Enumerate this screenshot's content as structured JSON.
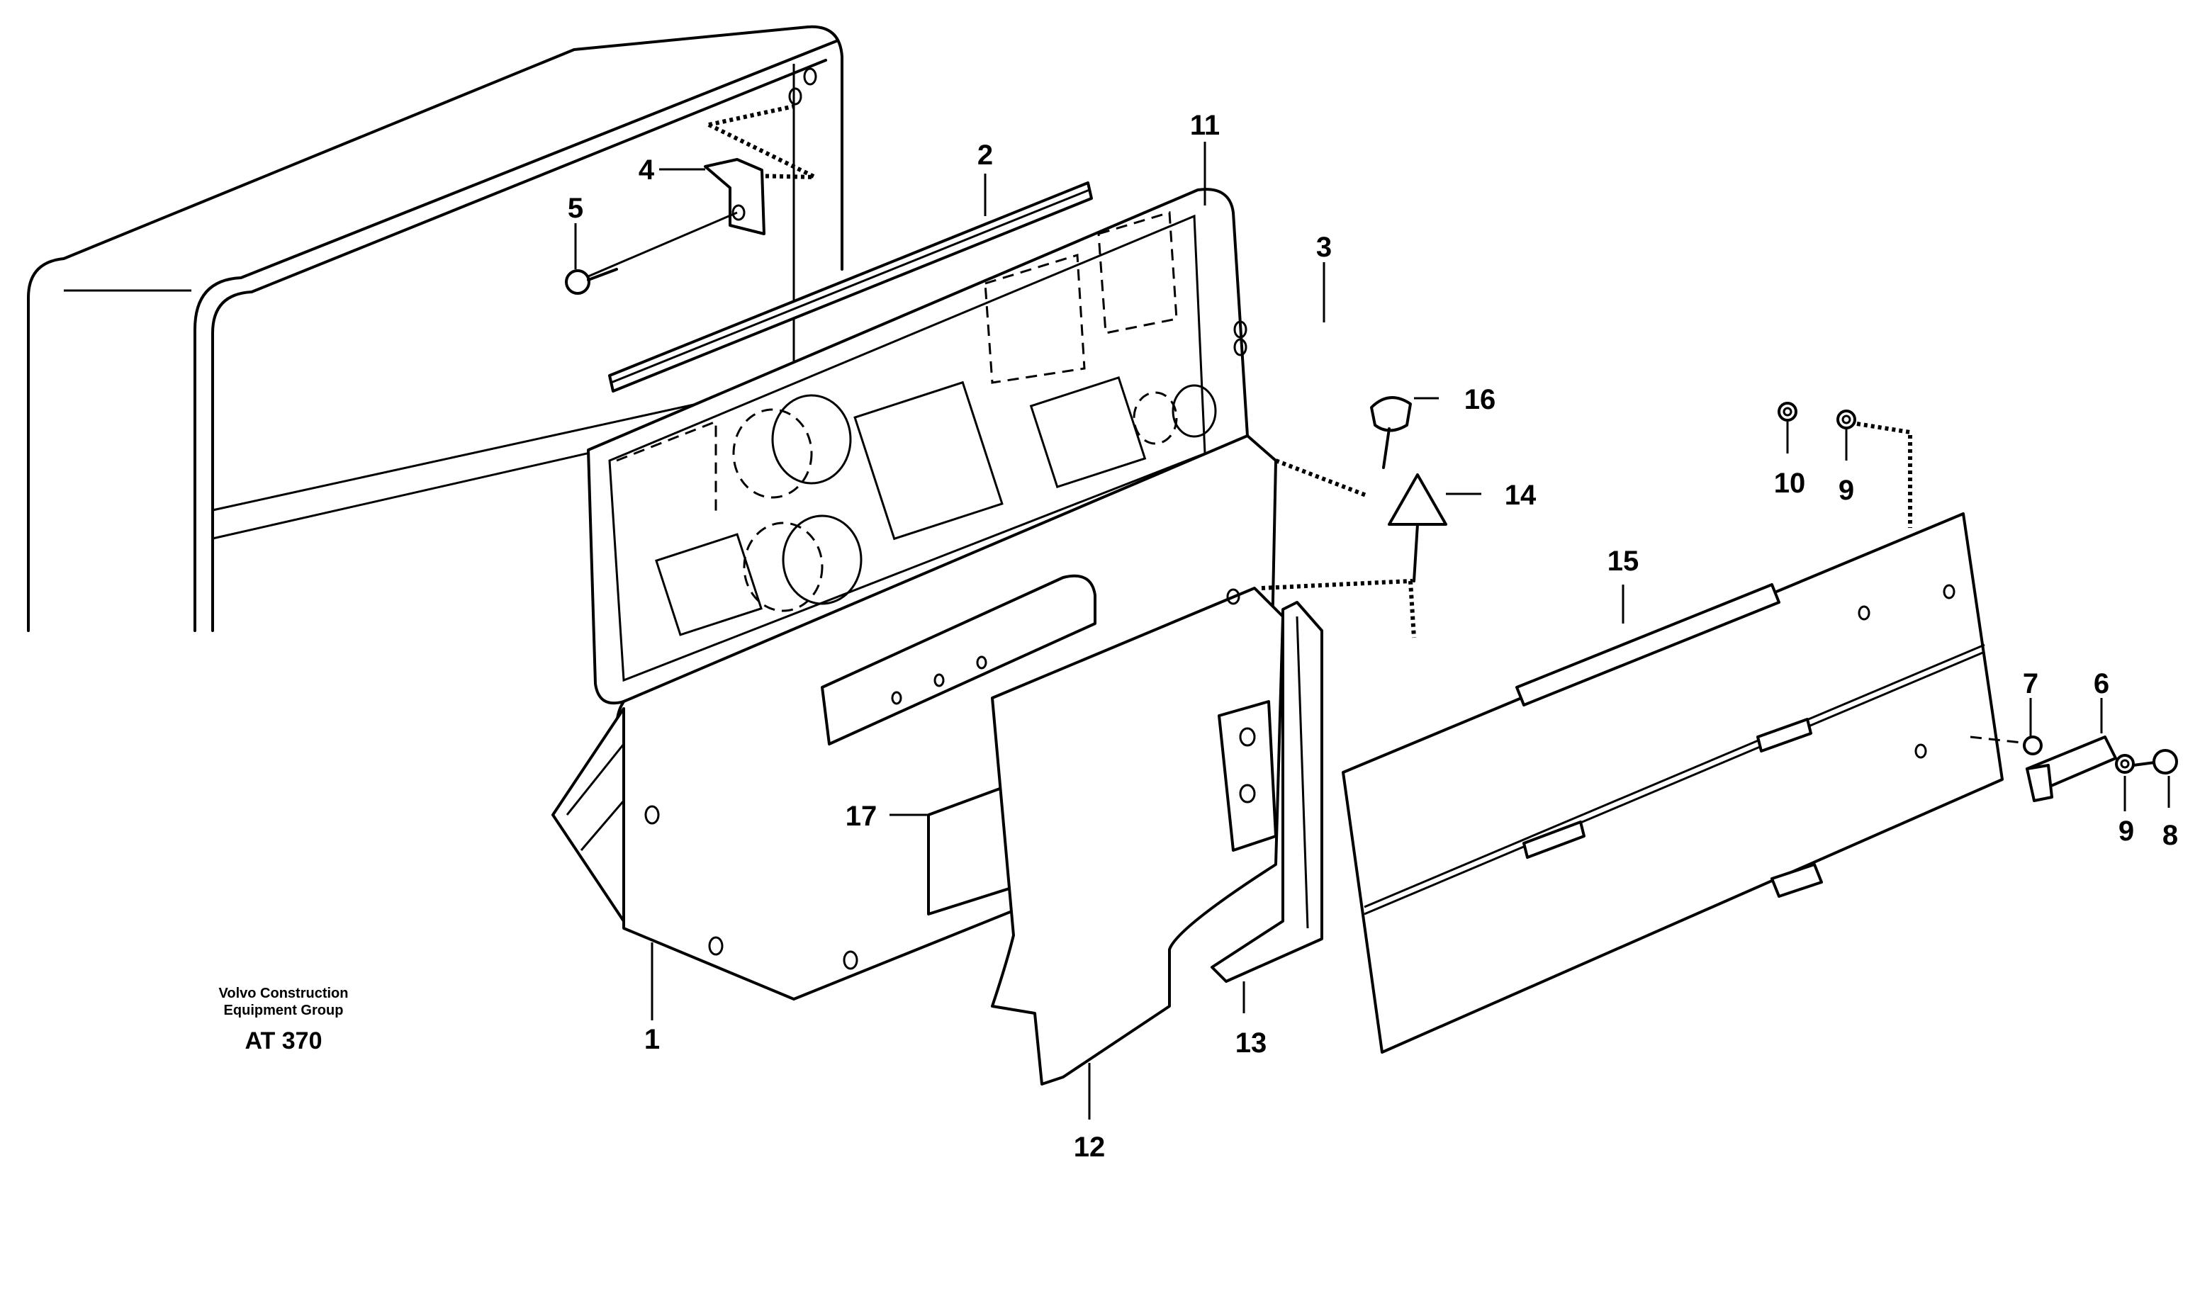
{
  "diagram": {
    "callouts": [
      "1",
      "2",
      "3",
      "4",
      "5",
      "6",
      "7",
      "8",
      "9",
      "9",
      "10",
      "11",
      "12",
      "13",
      "14",
      "15",
      "16",
      "17"
    ],
    "publisher_line1": "Volvo Construction",
    "publisher_line2": "Equipment Group",
    "figure_code": "AT 370"
  }
}
